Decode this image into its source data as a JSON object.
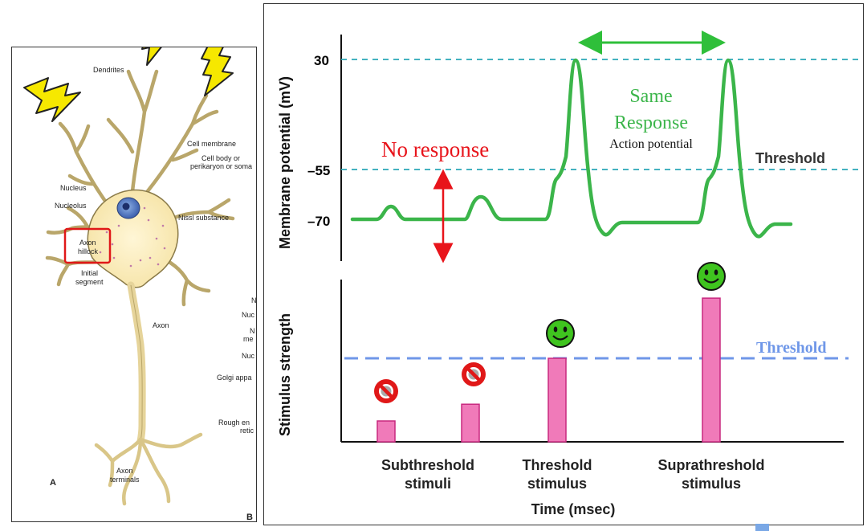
{
  "neuron_diagram": {
    "labels": {
      "dendrites": "Dendrites",
      "cell_membrane": "Cell membrane",
      "cell_body_1": "Cell body or",
      "cell_body_2": "perikaryon or soma",
      "nucleus": "Nucleus",
      "nucleolus": "Nucleolus",
      "nissl": "Nissl substance",
      "axon_hillock_1": "Axon",
      "axon_hillock_2": "hillock",
      "initial_segment_1": "Initial",
      "initial_segment_2": "segment",
      "axon": "Axon",
      "axon_terminals_1": "Axon",
      "axon_terminals_2": "terminals",
      "panel_a": "A",
      "panel_b": "B"
    },
    "cropped_labels": [
      "N",
      "Nuc",
      "N",
      "me",
      "Nuc",
      "Golgi appa",
      "Rough en",
      "retic"
    ]
  },
  "membrane_chart": {
    "ylabel": "Membrane potential (mV)",
    "ticks": [
      "30",
      "–55",
      "–70"
    ],
    "threshold_label": "Threshold",
    "no_response": "No response",
    "same_response_1": "Same",
    "same_response_2": "Response",
    "action_potential": "Action potential",
    "colors": {
      "trace": "#3bb54a",
      "threshold_line": "#2aa8b8",
      "no_response": "#e8141b",
      "arrow": "#2fbf3a"
    }
  },
  "stimulus_chart": {
    "ylabel": "Stimulus strength",
    "threshold_label": "Threshold",
    "xlabel": "Time (msec)",
    "groups": {
      "sub_1": "Subthreshold",
      "sub_2": "stimuli",
      "thr_1": "Threshold",
      "thr_2": "stimulus",
      "supra_1": "Suprathreshold",
      "supra_2": "stimulus"
    },
    "colors": {
      "bar": "#f07ab9",
      "threshold_line": "#6f97e8",
      "smiley": "#3fc41f",
      "no_symbol": "#e01818"
    }
  },
  "chart_data": {
    "type": "bar",
    "categories": [
      "Subthreshold stimuli",
      "Subthreshold stimuli",
      "Threshold stimulus",
      "Suprathreshold stimulus"
    ],
    "values": [
      0.25,
      0.45,
      1.0,
      1.72
    ],
    "threshold": 1.0,
    "xlabel": "Time (msec)",
    "ylabel": "Stimulus strength",
    "grid": false
  }
}
